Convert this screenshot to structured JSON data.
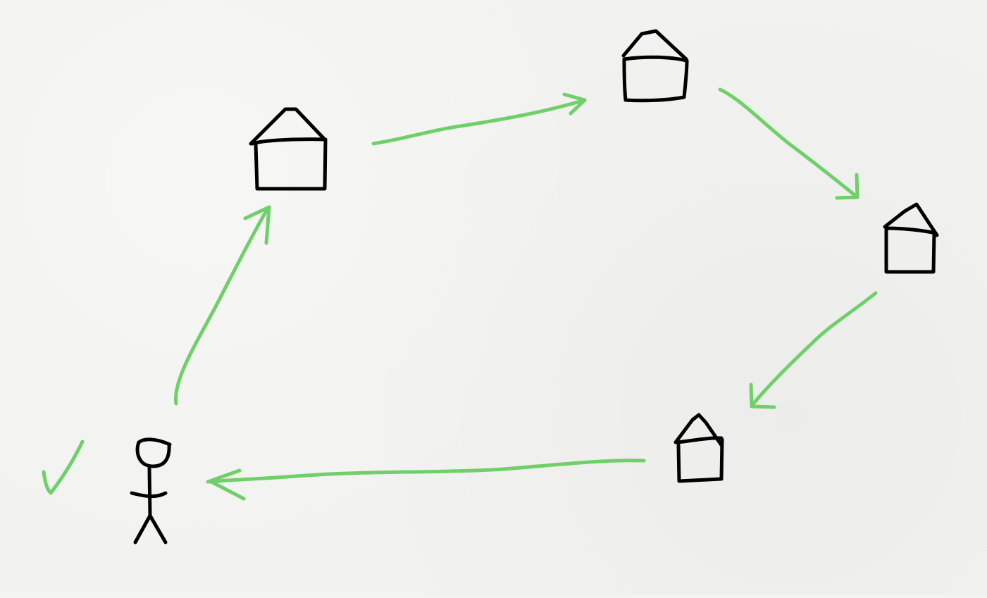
{
  "diagram": {
    "type": "hand-drawn-route",
    "path_color": "#6fd06a",
    "ink_color": "#000000",
    "nodes": [
      {
        "id": "person",
        "kind": "stick-figure",
        "icon": "person-icon"
      },
      {
        "id": "house-1",
        "kind": "house",
        "icon": "house-icon"
      },
      {
        "id": "house-2",
        "kind": "house",
        "icon": "house-icon"
      },
      {
        "id": "house-3",
        "kind": "house",
        "icon": "house-icon"
      },
      {
        "id": "house-4",
        "kind": "house",
        "icon": "house-icon"
      }
    ],
    "edges": [
      {
        "from": "person",
        "to": "house-1"
      },
      {
        "from": "house-1",
        "to": "house-2"
      },
      {
        "from": "house-2",
        "to": "house-3"
      },
      {
        "from": "house-3",
        "to": "house-4"
      },
      {
        "from": "house-4",
        "to": "person"
      }
    ],
    "marker": {
      "icon": "checkmark-icon",
      "color": "#6fd06a"
    }
  }
}
